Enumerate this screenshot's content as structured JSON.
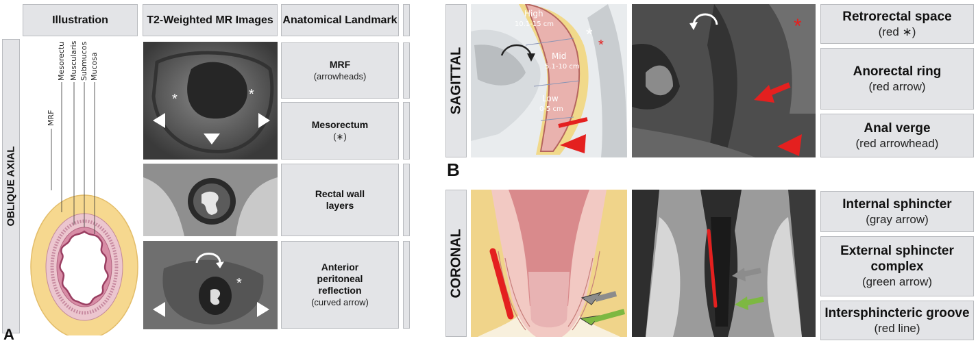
{
  "panel_a": {
    "headers": {
      "illustration": "Illustration",
      "t2": "T2-Weighted MR Images",
      "landmark": "Anatomical Landmark"
    },
    "orientation": "OBLIQUE AXIAL",
    "layer_labels": [
      "MRF",
      "Mesorectum",
      "Muscularis propria",
      "Submucosa",
      "Mucosa"
    ],
    "rows": [
      {
        "title": "MRF",
        "note": "(arrowheads)"
      },
      {
        "title": "Mesorectum",
        "note": "(∗)"
      },
      {
        "title": "Rectal wall layers",
        "note": ""
      },
      {
        "title": "Anterior peritoneal reflection",
        "note": "(curved arrow)"
      }
    ],
    "letter": "A"
  },
  "panel_b": {
    "orientation": "SAGITTAL",
    "diagram_labels": {
      "high": "High",
      "high_range": "10.1-15 cm",
      "mid": "Mid",
      "mid_range": "5.1-10 cm",
      "low": "Low",
      "low_range": "0-5 cm"
    },
    "landmarks": [
      {
        "title": "Retrorectal space",
        "note": "(red ∗)"
      },
      {
        "title": "Anorectal ring",
        "note": "(red arrow)"
      },
      {
        "title": "Anal verge",
        "note": "(red arrowhead)"
      }
    ],
    "letter": "B"
  },
  "panel_c": {
    "orientation": "CORONAL",
    "landmarks": [
      {
        "title": "Internal sphincter",
        "note": "(gray arrow)"
      },
      {
        "title": "External sphincter complex",
        "note": "(green arrow)"
      },
      {
        "title": "Intersphincteric groove",
        "note": "(red line)"
      }
    ]
  },
  "colors": {
    "red": "#e4201f",
    "gray_arrow": "#8c8c8c",
    "green_arrow": "#7db842",
    "fat_yellow": "#f6d88f",
    "panel_gray": "#e3e4e7"
  }
}
